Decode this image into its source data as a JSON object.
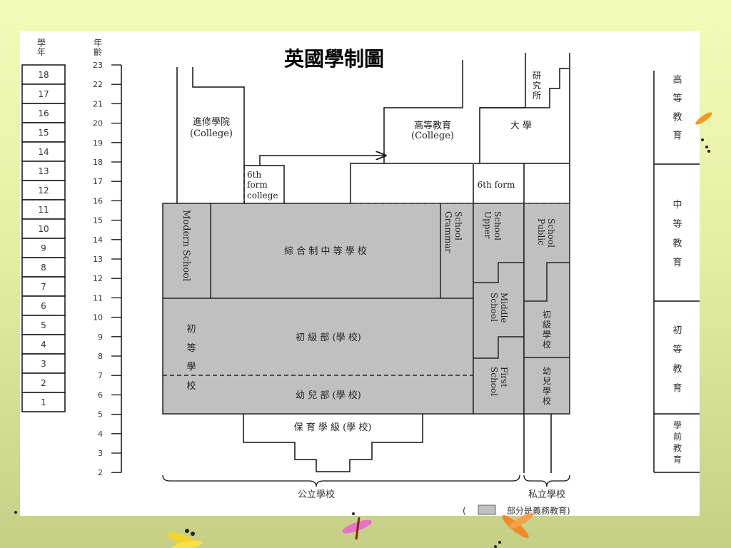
{
  "title": "英國學制圖",
  "header": {
    "grade": "學年",
    "age": "年齡"
  },
  "grades": [
    "18",
    "17",
    "16",
    "15",
    "14",
    "13",
    "12",
    "11",
    "10",
    "9",
    "8",
    "7",
    "6",
    "5",
    "4",
    "3",
    "2",
    "1"
  ],
  "ages": [
    "23",
    "22",
    "21",
    "20",
    "19",
    "18",
    "17",
    "16",
    "15",
    "14",
    "13",
    "12",
    "11",
    "10",
    "9",
    "8",
    "7",
    "6",
    "5",
    "4",
    "3",
    "2"
  ],
  "blocks": {
    "college_left": [
      "進修學院",
      "(College)"
    ],
    "sixth_form_college": [
      "6th",
      "form",
      "college"
    ],
    "college_right": [
      "高等教育",
      "(College)"
    ],
    "university": "大 學",
    "graduate": [
      "研",
      "究",
      "所"
    ],
    "sixth_form": "6th form",
    "modern_school": "Modern School",
    "comprehensive": "綜 合 制 中 等 學 校",
    "grammar_school": [
      "Grammar",
      "School"
    ],
    "upper_school": [
      "Upper",
      "School"
    ],
    "public_school": [
      "Public",
      "School"
    ],
    "middle_school": [
      "Middle",
      "School"
    ],
    "first_school": [
      "First",
      "School"
    ],
    "primary_vertical": [
      "初",
      "等",
      "學",
      "校"
    ],
    "junior_dept": "初  級  部   (學  校)",
    "infant_dept": "幼  兒  部   (學  校)",
    "private_primary": [
      "初",
      "級",
      "學",
      "校"
    ],
    "private_infant": [
      "幼",
      "兒",
      "學",
      "校"
    ],
    "nursery": "保  育  學  級  (學  校)"
  },
  "brackets": {
    "public": "公立學校",
    "private": "私立學校"
  },
  "legend": {
    "open": "(",
    "text": "部分是義務教育)",
    "color": "#c0c0c0"
  },
  "levels": {
    "higher": [
      "高",
      "等",
      "教",
      "育"
    ],
    "secondary": [
      "中",
      "等",
      "教",
      "育"
    ],
    "primary": [
      "初",
      "等",
      "教",
      "育"
    ],
    "preschool": [
      "學",
      "前",
      "教",
      "育"
    ]
  },
  "colors": {
    "shade": "#c0c0c0",
    "line": "#111111"
  }
}
